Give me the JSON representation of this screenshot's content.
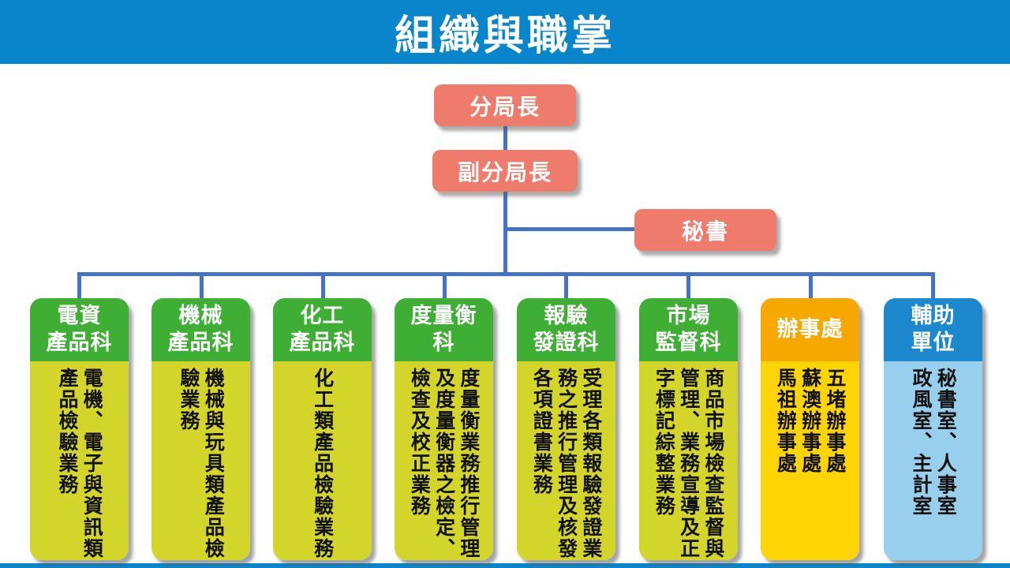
{
  "title": "組織與職掌",
  "colors": {
    "title_bar_blue": "#0986CB",
    "leadership_salmon": "#EE7B6B",
    "connector_blue": "#4472C4",
    "dept_header_green": "#3EAE34",
    "dept_body_yellow_green": "#D4D52B",
    "office_header_orange": "#F6A800",
    "office_body_gold": "#FFD403",
    "support_header_blue": "#1E88CE",
    "support_body_light_blue": "#97CFEC"
  },
  "leadership": {
    "director": "分局長",
    "deputy_director": "副分局長",
    "secretary": "秘書"
  },
  "departments": [
    {
      "title_lines": [
        "電資",
        "產品科"
      ],
      "duty_lines": [
        "電機、電子與資訊類",
        "產品檢驗業務"
      ]
    },
    {
      "title_lines": [
        "機械",
        "產品科"
      ],
      "duty_lines": [
        "機械與玩具類產品檢",
        "驗業務"
      ]
    },
    {
      "title_lines": [
        "化工",
        "產品科"
      ],
      "duty_lines": [
        "化工類產品檢驗業務"
      ]
    },
    {
      "title_lines": [
        "度量衡",
        "科"
      ],
      "duty_lines": [
        "度量衡業務推行管理",
        "及度量衡器之檢定、",
        "檢查及校正業務"
      ]
    },
    {
      "title_lines": [
        "報驗",
        "發證科"
      ],
      "duty_lines": [
        "受理各類報驗發證業",
        "務之推行管理及核發",
        "各項證書業務"
      ]
    },
    {
      "title_lines": [
        "市場",
        "監督科"
      ],
      "duty_lines": [
        "商品市場檢查監督與",
        "管理、業務宣導及正",
        "字標記綜整業務"
      ]
    },
    {
      "title_lines": [
        "辦事處"
      ],
      "duty_lines": [
        "五堵辦事處",
        "蘇澳辦事處",
        "馬祖辦事處"
      ]
    },
    {
      "title_lines": [
        "輔助",
        "單位"
      ],
      "duty_lines": [
        "秘書室、人事室",
        "政風室、主計室"
      ]
    }
  ]
}
